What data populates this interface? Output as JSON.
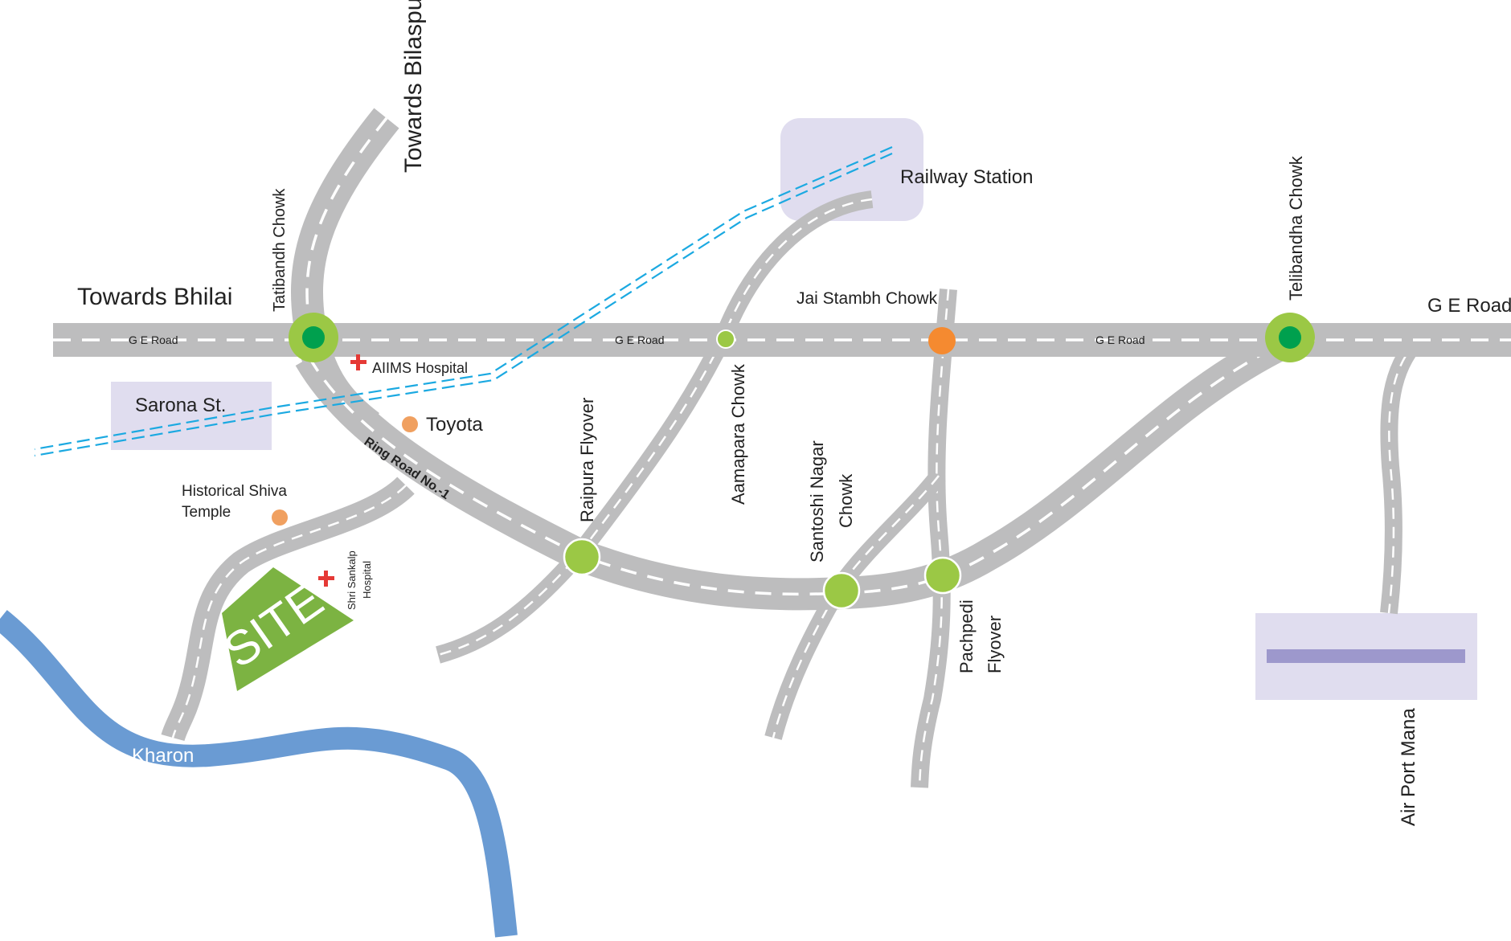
{
  "map": {
    "labels": {
      "towards_bhilai": "Towards Bhilai",
      "towards_bilaspur": "Towards Bilaspur",
      "railway_station": "Railway Station",
      "ge_road_1": "G E Road",
      "ge_road_2": "G E Road",
      "ge_road_3": "G E Road",
      "ge_road_4": "G E Road",
      "tatibandh_chowk": "Tatibandh Chowk",
      "telibandha_chowk": "Telibandha Chowk",
      "jai_stambh_chowk": "Jai Stambh Chowk",
      "aiims_hospital": "AIIMS Hospital",
      "sarona_st": "Sarona St.",
      "toyota": "Toyota",
      "ring_road": "Ring Road No.-1",
      "historical_shiva_temple_line1": "Historical Shiva",
      "historical_shiva_temple_line2": "Temple",
      "raipura_flyover": "Raipura Flyover",
      "aamapara_chowk": "Aamapara Chowk",
      "santoshi_nagar_chowk_line1": "Santoshi Nagar",
      "santoshi_nagar_chowk_line2": "Chowk",
      "pachpedi_flyover_line1": "Pachpedi",
      "pachpedi_flyover_line2": "Flyover",
      "shri_sankalp_hospital_line1": "Shri Sankalp",
      "shri_sankalp_hospital_line2": "Hospital",
      "site": "SITE",
      "kharon": "Kharon",
      "air_port_mana": "Air Port Mana"
    },
    "colors": {
      "road": "#bdbdbe",
      "river": "#6a9bd3",
      "junction_green": "#9bc845",
      "junction_dark_green": "#00a04e",
      "junction_orange": "#f58a30",
      "site_green": "#7cb342",
      "railway_blue": "#1ba9e1",
      "area_lavender": "#e0ddef",
      "runway": "#9d98cc",
      "hospital_red": "#e53935",
      "landmark_orange": "#f0a060"
    },
    "icons": {
      "hospital": "red-cross-icon",
      "landmark": "orange-dot-icon"
    }
  }
}
